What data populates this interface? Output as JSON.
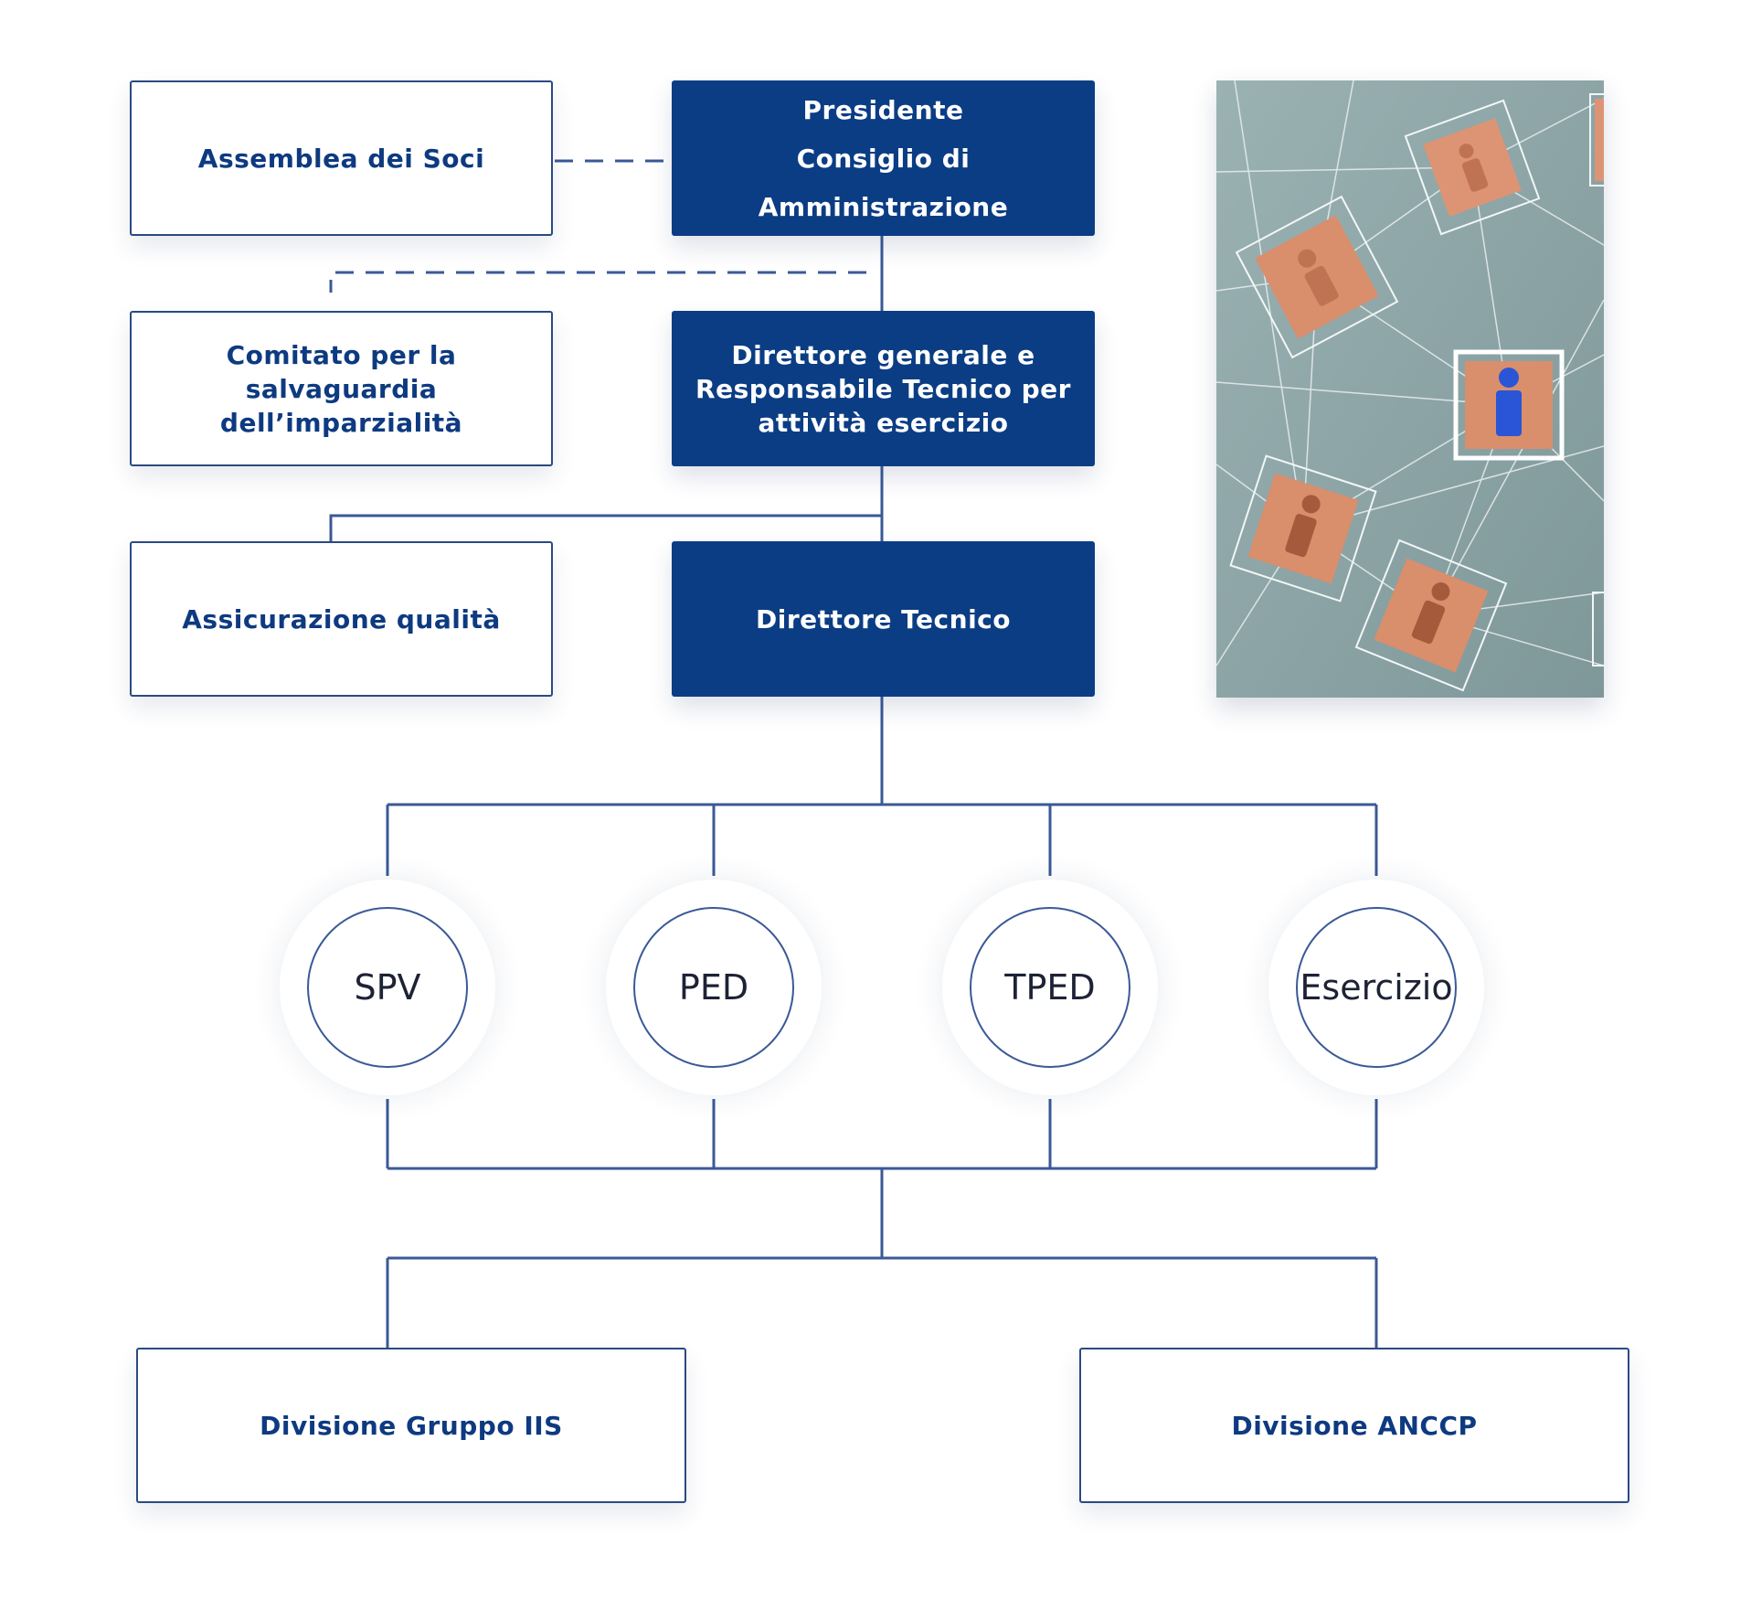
{
  "boxes": {
    "assemblea": "Assemblea dei Soci",
    "presidente": "Presidente\nConsiglio di Amministrazione",
    "comitato": "Comitato per la\nsalvaguardia\ndell’imparzialità",
    "direttore_generale": "Direttore generale e\nResponsabile Tecnico per\nattività esercizio",
    "assicurazione": "Assicurazione qualità",
    "direttore_tecnico": "Direttore Tecnico",
    "divisione_iis": "Divisione Gruppo IIS",
    "divisione_anccp": "Divisione ANCCP"
  },
  "units": [
    {
      "label": "SPV"
    },
    {
      "label": "PED"
    },
    {
      "label": "TPED"
    },
    {
      "label": "Esercizio"
    }
  ],
  "colors": {
    "navy": "#0b3d84",
    "line": "#3a5996",
    "photo_background": "#8fa7a8",
    "block_wood": "#d98e6c",
    "highlight_figure": "#2a55d6"
  }
}
